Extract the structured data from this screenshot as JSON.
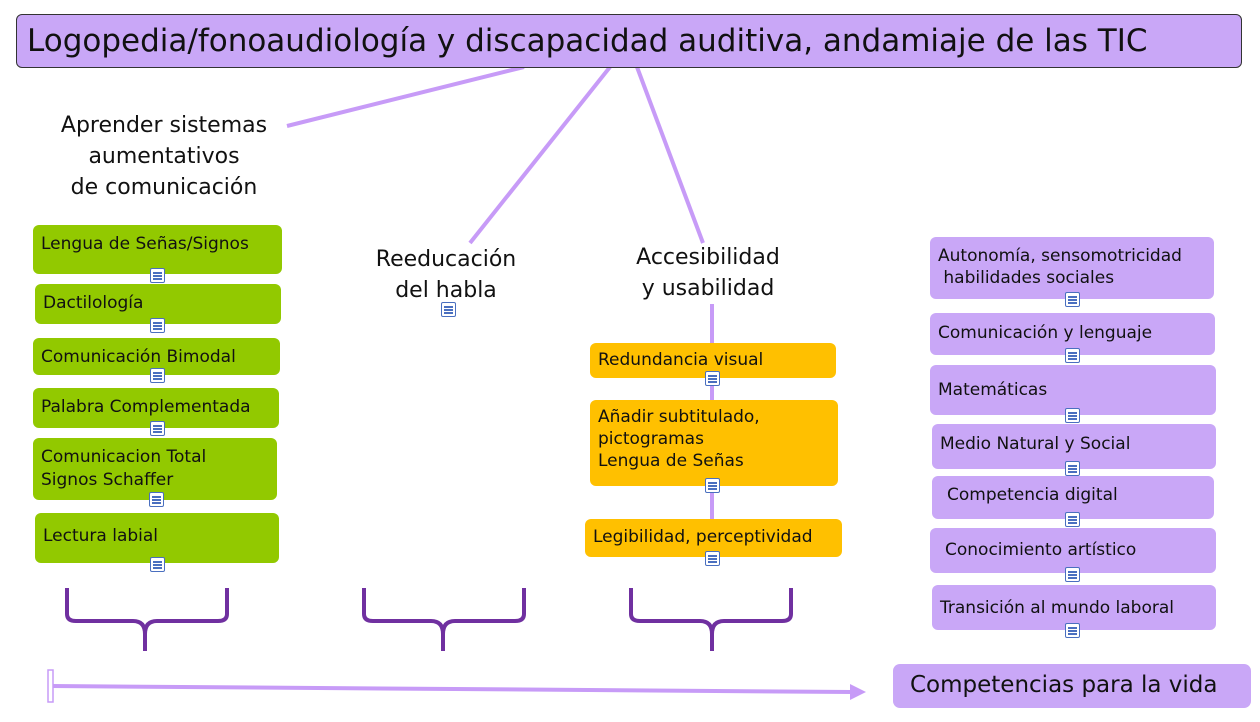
{
  "title": "Logopedia/fonoaudiología y discapacidad auditiva, andamiaje de las TIC",
  "branches": {
    "aprender": {
      "heading_lines": [
        "Aprender sistemas",
        "aumentativos",
        "de comunicación"
      ],
      "items": [
        "Lengua de Señas/Signos",
        "Dactilología",
        "Comunicación Bimodal",
        "Palabra Complementada",
        "Comunicacion Total\nSignos Schaffer",
        "Lectura labial"
      ]
    },
    "reeducacion": {
      "heading_lines": [
        "Reeducación",
        "del habla"
      ]
    },
    "accesibilidad": {
      "heading_lines": [
        "Accesibilidad",
        "y usabilidad"
      ],
      "items": [
        "Redundancia visual",
        "Añadir subtitulado,\npictogramas\nLengua de Señas",
        "Legibilidad, perceptividad"
      ]
    },
    "competencias": {
      "items": [
        "Autonomía, sensomotricidad\n habilidades sociales",
        "Comunicación y lenguaje",
        "Matemáticas",
        "Medio Natural y Social",
        "Competencia digital",
        "Conocimiento artístico",
        "Transición al mundo laboral"
      ]
    }
  },
  "result": "Competencias para la vida",
  "colors": {
    "title_fill": "#c9a7f7",
    "green_node": "#92c900",
    "orange_node": "#ffc000",
    "purple_node": "#c9a7f7",
    "connector": "#c79bf7",
    "brace": "#7030a0"
  },
  "icons": [
    "note-icon"
  ]
}
